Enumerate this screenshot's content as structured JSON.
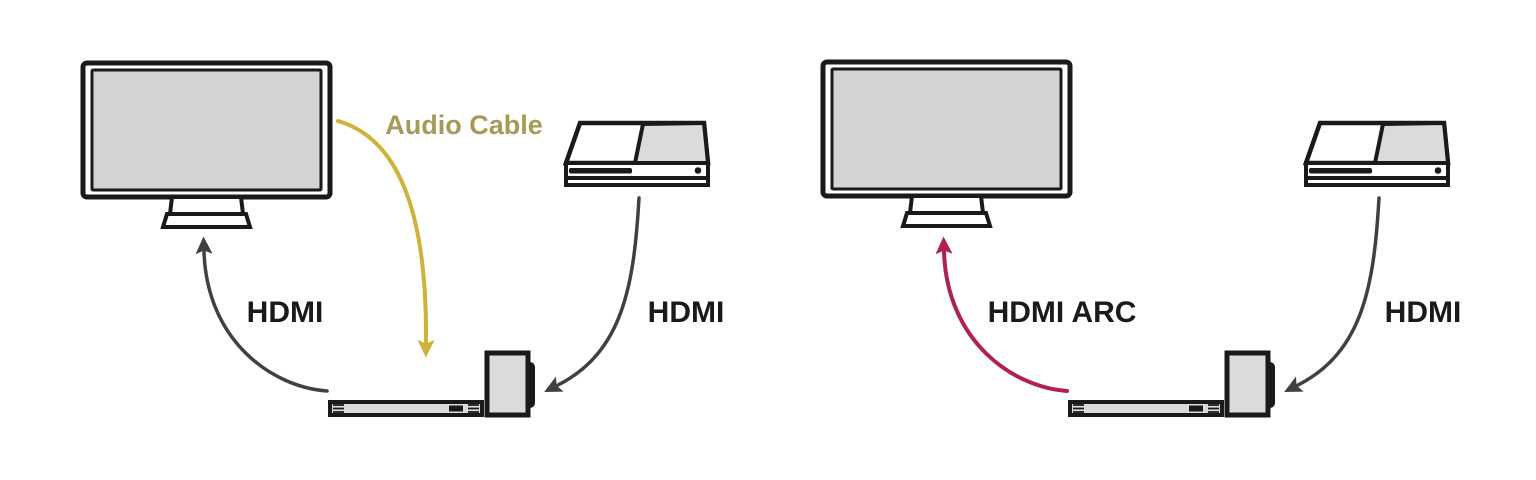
{
  "colors": {
    "background": "#ffffff",
    "outline": "#1a1a1a",
    "screen_fill": "#d3d3d3",
    "device_fill": "#dbdbdb",
    "arrow_dark": "#404040",
    "audio_cable_arrow": "#cfb23a",
    "audio_cable_label": "#a69a58",
    "hdmi_arc_arrow": "#b1204f",
    "label_text": "#1a1a1a"
  },
  "left_setup": {
    "labels": {
      "audio_cable": "Audio Cable",
      "hdmi_to_tv": "HDMI",
      "hdmi_from_player": "HDMI"
    }
  },
  "right_setup": {
    "labels": {
      "hdmi_arc_to_tv": "HDMI ARC",
      "hdmi_from_player": "HDMI"
    }
  }
}
